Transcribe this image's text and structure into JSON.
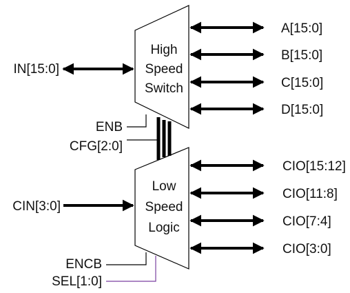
{
  "blocks": {
    "high_speed": {
      "lines": [
        "High",
        "Speed",
        "Switch"
      ]
    },
    "low_speed": {
      "lines": [
        "Low",
        "Speed",
        "Logic"
      ]
    }
  },
  "signals": {
    "in_bus": "IN[15:0]",
    "a_bus": "A[15:0]",
    "b_bus": "B[15:0]",
    "c_bus": "C[15:0]",
    "d_bus": "D[15:0]",
    "enb": "ENB",
    "cfg": "CFG[2:0]",
    "cin": "CIN[3:0]",
    "cio_15_12": "CIO[15:12]",
    "cio_11_8": "CIO[11:8]",
    "cio_7_4": "CIO[7:4]",
    "cio_3_0": "CIO[3:0]",
    "encb": "ENCB",
    "sel": "SEL[1:0]"
  },
  "colors": {
    "wire": "#000000",
    "sel_wire": "#7a3fa0"
  }
}
